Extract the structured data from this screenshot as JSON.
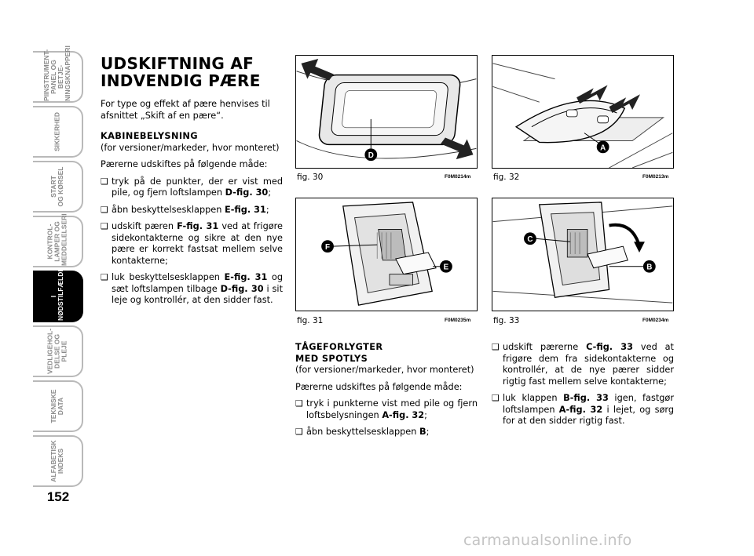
{
  "sidebar": {
    "tabs": [
      {
        "label": "PIINSTRUMENT-\nPANEL OG BETJE-\nNINGSKNAPPERI",
        "active": false
      },
      {
        "label": "SIKKERHED",
        "active": false
      },
      {
        "label": "START\nOG KØRSEL",
        "active": false
      },
      {
        "label": "KONTROL-\nLAMPER OG\nMEDDELELSERI",
        "active": false
      },
      {
        "label": "I\nNØDSTILFÆLDE",
        "active": true
      },
      {
        "label": "VEDLIGEHOL-\nDELSE OG\nPLEJE",
        "active": false
      },
      {
        "label": "TEKNISKE\nDATA",
        "active": false
      },
      {
        "label": "ALFABETISK\nINDEKS",
        "active": false
      }
    ]
  },
  "page_number": "152",
  "left_column": {
    "title_line1": "UDSKIFTNING AF",
    "title_line2": "INDVENDIG PÆRE",
    "intro": "For type og effekt af pære henvises til afsnittet „Skift af en pære“.",
    "section_title": "KABINEBELYSNING",
    "section_note": "(for versioner/markeder, hvor monteret)",
    "steps_intro": "Pærerne udskiftes på følgende måde:",
    "bullets": [
      {
        "text": "tryk på de punkter, der er vist med pile, og fjern loftslampen ",
        "ref": "D-fig. 30",
        "end": ";"
      },
      {
        "text": "åbn beskyttelsesklappen ",
        "ref": "E-fig. 31",
        "end": ";"
      },
      {
        "text": "udskift pæren ",
        "ref": "F-fig. 31",
        "end": " ved at frigøre sidekontakterne og sikre at den nye pære er korrekt fastsat mellem selve kontakterne;"
      },
      {
        "text": "luk beskyttelsesklappen ",
        "ref": "E-fig. 31",
        "mid": " og sæt loftslampen tilbage ",
        "ref2": "D-fig. 30",
        "end": " i sit leje og kontrollér, at den sidder fast."
      }
    ]
  },
  "middle_column": {
    "section_title1": "TÅGEFORLYGTER",
    "section_title2": "MED SPOTLYS",
    "section_note": "(for versioner/markeder, hvor monteret)",
    "steps_intro": "Pærerne udskiftes på følgende måde:",
    "bullets": [
      {
        "text": "tryk i punkterne vist med pile og fjern loftsbelysningen ",
        "ref": "A-fig. 32",
        "end": ";"
      },
      {
        "text": "åbn beskyttelsesklappen ",
        "ref": "B",
        "end": ";"
      }
    ]
  },
  "right_column": {
    "bullets": [
      {
        "text": "udskift pærerne ",
        "ref": "C-fig. 33",
        "end": " ved at frigøre dem fra sidekontakterne og kontrollér, at de nye pærer sidder rigtig fast mellem selve kontakterne;"
      },
      {
        "text": "luk klappen ",
        "ref": "B-fig. 33",
        "mid": " igen, fastgør loftslampen ",
        "ref2": "A-fig. 32",
        "end": " i lejet, og sørg for at den sidder rigtig fast."
      }
    ]
  },
  "figures": [
    {
      "caption": "fig. 30",
      "code": "F0M0214m",
      "callouts": [
        "D"
      ]
    },
    {
      "caption": "fig. 32",
      "code": "F0M0213m",
      "callouts": [
        "A"
      ]
    },
    {
      "caption": "fig. 31",
      "code": "F0M0235m",
      "callouts": [
        "F",
        "E"
      ]
    },
    {
      "caption": "fig. 33",
      "code": "F0M0234m",
      "callouts": [
        "C",
        "B"
      ]
    }
  ],
  "watermark": "carmanualsonline.info"
}
